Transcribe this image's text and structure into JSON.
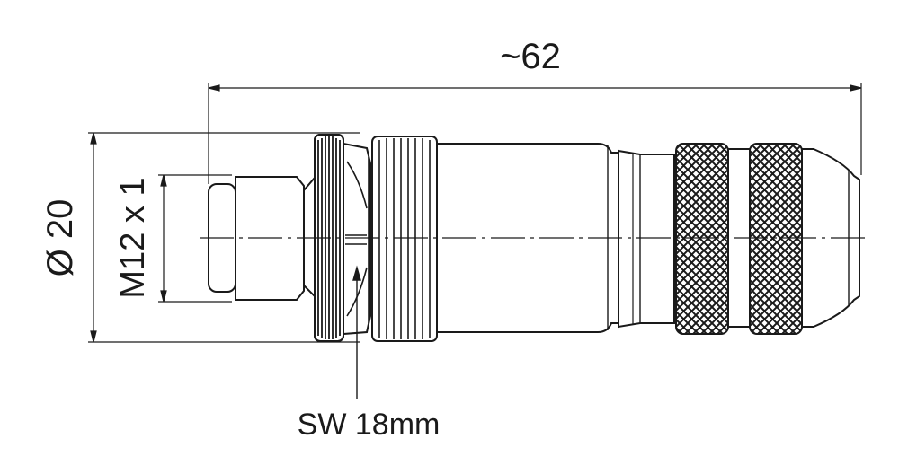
{
  "dimensions": {
    "overall_length": "~62",
    "outer_diameter": "Ø 20",
    "thread": "M12 x 1",
    "wrench_size": "SW 18mm"
  },
  "colors": {
    "line": "#1a1a1a",
    "background": "#ffffff"
  }
}
